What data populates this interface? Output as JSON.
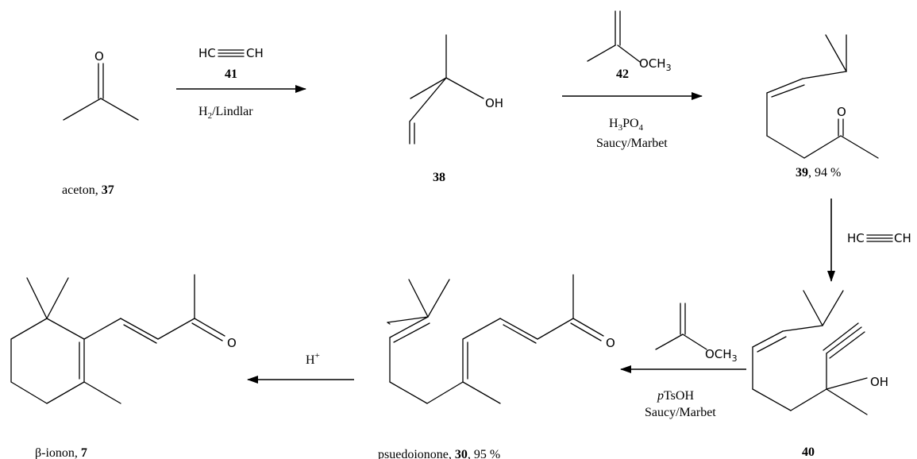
{
  "atoms": {
    "oxygen": "O",
    "hydroxyl": "OH",
    "alkyne_left": "HC",
    "alkyne_right": "CH",
    "methoxy_main": "OCH",
    "methoxy_sub": "3"
  },
  "compounds": {
    "c37": {
      "name": "aceton, ",
      "num": "37"
    },
    "c38": {
      "num": "38"
    },
    "c39": {
      "num": "39",
      "yield": ", 94 %"
    },
    "c40": {
      "num": "40"
    },
    "c30": {
      "name": "psuedoionone, ",
      "num": "30",
      "yield": ", 95 %"
    },
    "c7": {
      "name": "β-ionon, ",
      "num": "7"
    }
  },
  "steps": {
    "step1": {
      "reagent_num": "41",
      "cond_main": "H",
      "cond_sub": "2",
      "cond_rest": "/Lindlar"
    },
    "step2": {
      "reagent_num": "42",
      "acid_main": "H",
      "acid_sub1": "3",
      "acid_mid": "PO",
      "acid_sub2": "4",
      "method": "Saucy/Marbet"
    },
    "step4": {
      "acid_italic": "p",
      "acid_rest": "TsOH",
      "method": "Saucy/Marbet"
    },
    "step5": {
      "reagent_main": "H",
      "reagent_sup": "+"
    }
  }
}
